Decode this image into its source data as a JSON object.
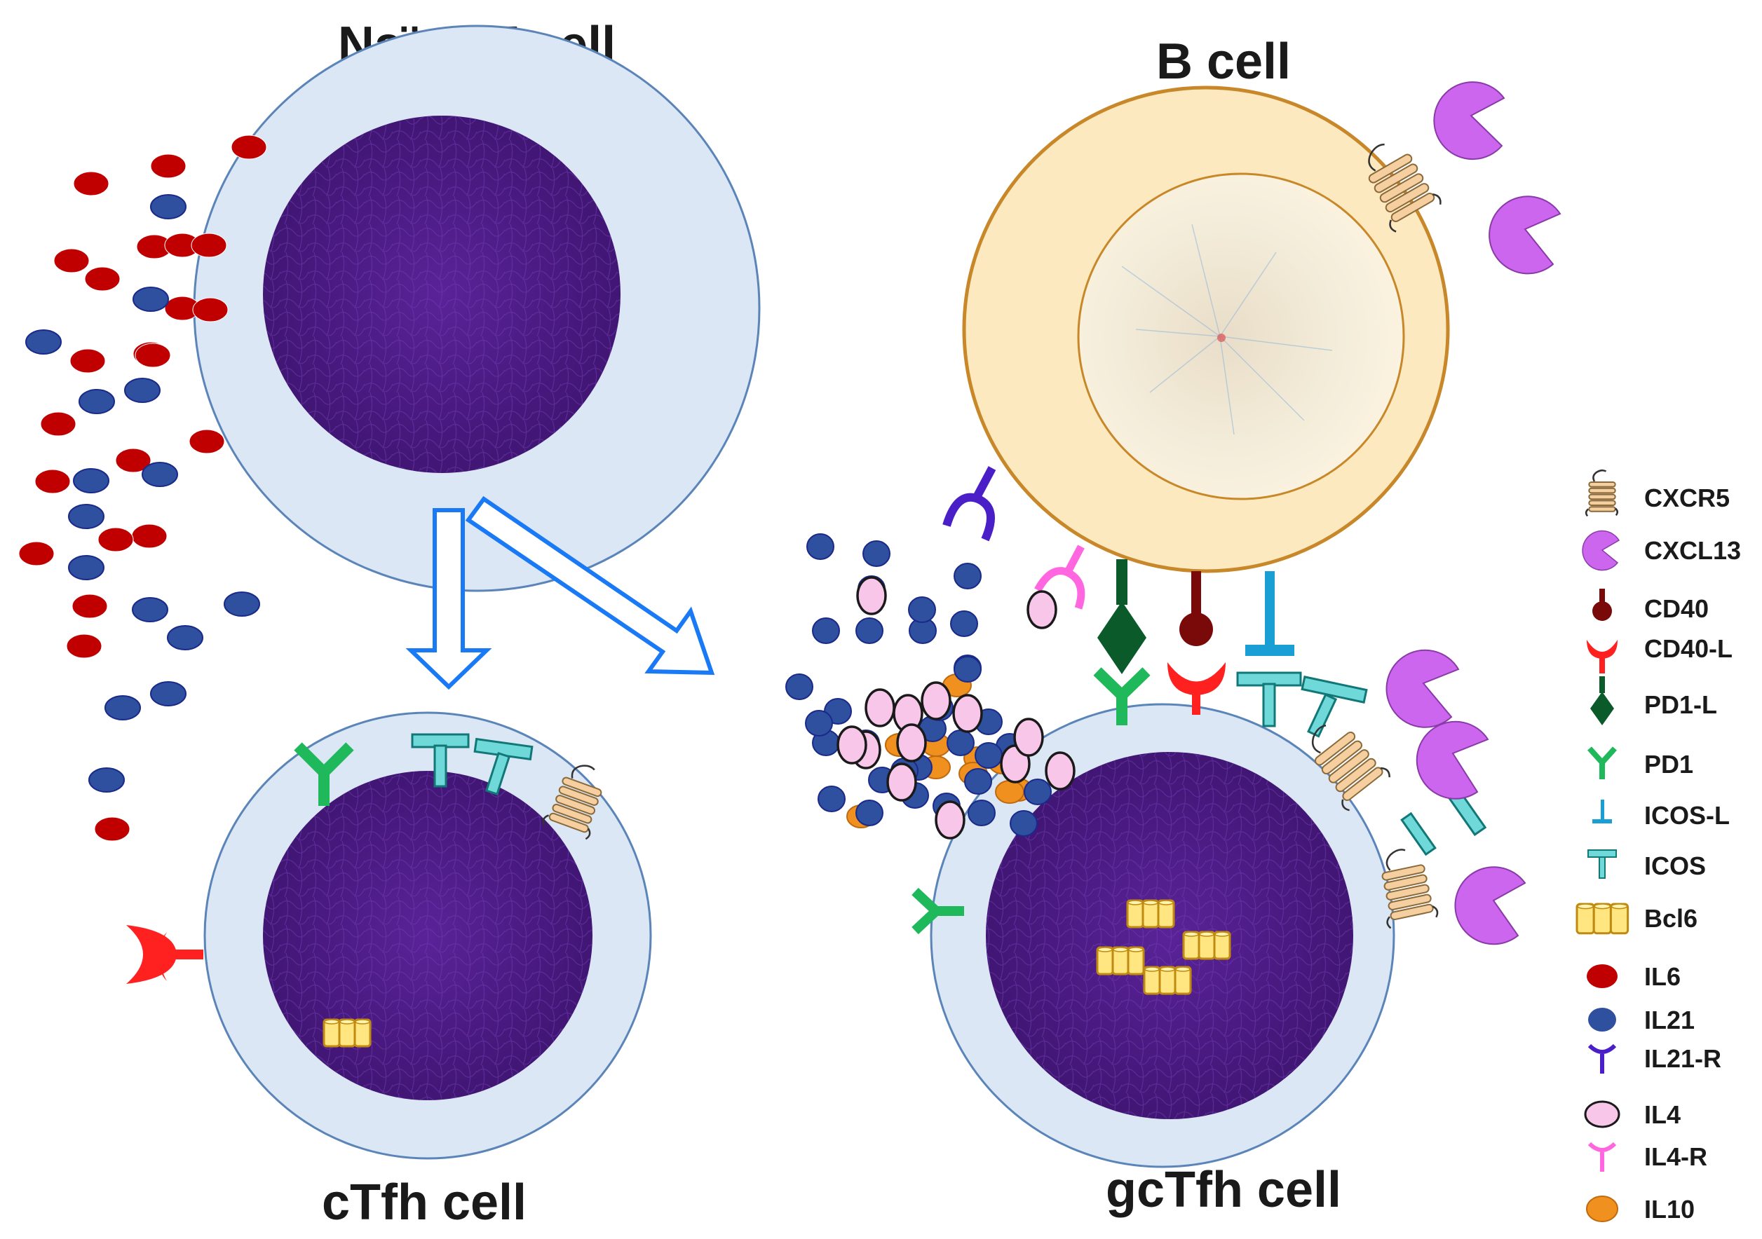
{
  "titles": {
    "naive": "Naïve T cell",
    "bcell": "B cell",
    "ctfh": "cTfh cell",
    "gctfh": "gcTfh cell"
  },
  "legend": [
    {
      "key": "cxcr5",
      "label": "CXCR5",
      "icon": "cxcr5-receptor-icon"
    },
    {
      "key": "cxcl13",
      "label": "CXCL13",
      "icon": "cxcl13-pacman-icon"
    },
    {
      "key": "cd40",
      "label": "CD40",
      "icon": "cd40-ball-icon"
    },
    {
      "key": "cd40l",
      "label": "CD40-L",
      "icon": "cd40l-cup-icon"
    },
    {
      "key": "pd1l",
      "label": "PD1-L",
      "icon": "pd1l-diamond-icon"
    },
    {
      "key": "pd1",
      "label": "PD1",
      "icon": "pd1-y-icon"
    },
    {
      "key": "icosl",
      "label": "ICOS-L",
      "icon": "icosl-icon"
    },
    {
      "key": "icos",
      "label": "ICOS",
      "icon": "icos-t-icon"
    },
    {
      "key": "bcl6",
      "label": "Bcl6",
      "icon": "bcl6-cylinder-icon"
    },
    {
      "key": "il6",
      "label": "IL6",
      "icon": "il6-dot-icon"
    },
    {
      "key": "il21",
      "label": "IL21",
      "icon": "il21-dot-icon"
    },
    {
      "key": "il21r",
      "label": "IL21-R",
      "icon": "il21r-y-icon"
    },
    {
      "key": "il4",
      "label": "IL4",
      "icon": "il4-oval-icon"
    },
    {
      "key": "il4r",
      "label": "IL4-R",
      "icon": "il4r-y-icon"
    },
    {
      "key": "il10",
      "label": "IL10",
      "icon": "il10-dot-icon"
    }
  ],
  "colors": {
    "il6": "#c00000",
    "il21": "#2f4f9f",
    "il4": "#f7c6e8",
    "il10": "#f0901e",
    "cd40": "#7a0a0a",
    "cd40l": "#ff2020",
    "pd1l": "#0b5a2a",
    "pd1": "#1fb85a",
    "icos": "#2bb8b8",
    "icosl": "#1a9fd4",
    "il21r": "#4a1fc8",
    "il4r": "#ff66e0",
    "cxcl13": "#cc66ee",
    "cxcr5": "#f5cfa0",
    "bcl6": "#ffe680",
    "arrow": "#1a7af5",
    "tcell_membrane": "#dbe7f5",
    "nucleus": "#4b1a80",
    "bcell_cytoplasm": "#fde9bf",
    "bcell_border": "#c8882a"
  }
}
